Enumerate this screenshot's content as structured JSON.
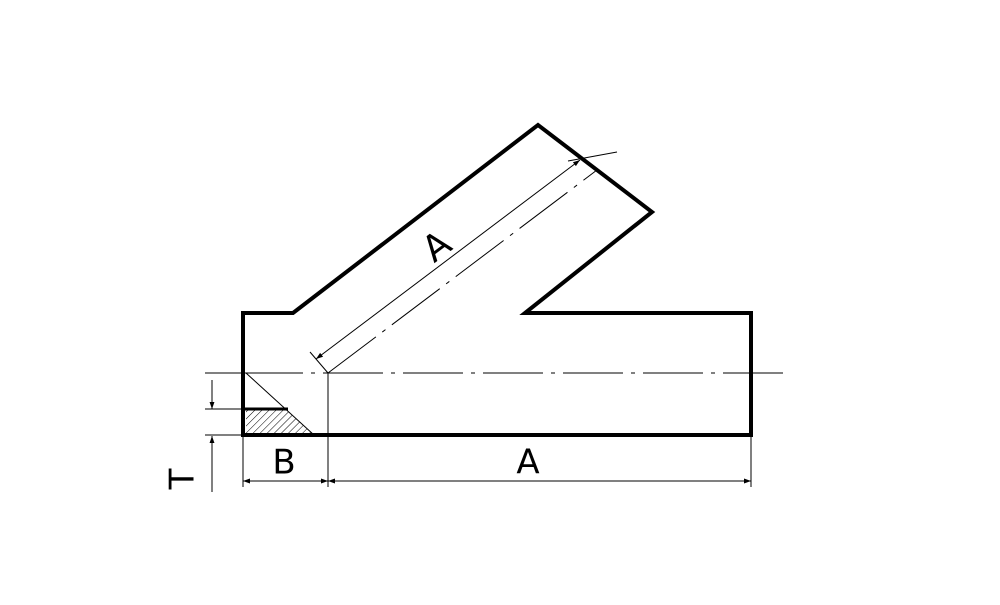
{
  "diagram": {
    "labels": {
      "branch_length": "A",
      "run_length": "A",
      "offset": "B",
      "thickness": "T"
    },
    "colors": {
      "stroke": "#000000",
      "background": "#ffffff"
    }
  }
}
